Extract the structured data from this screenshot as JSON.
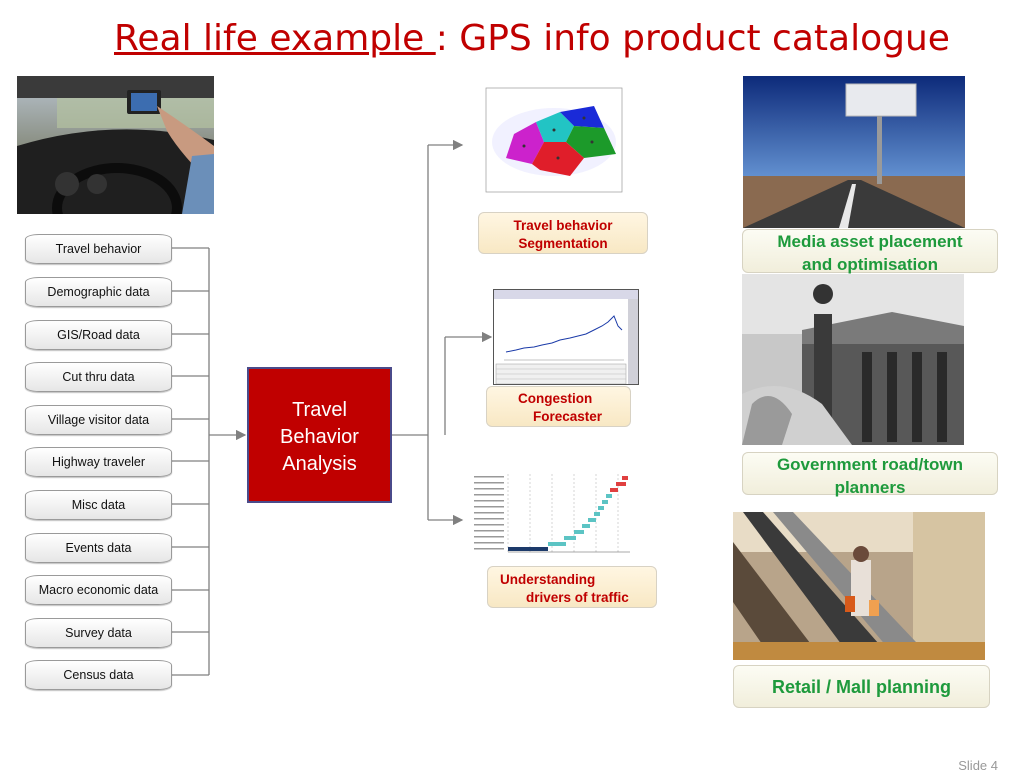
{
  "title": {
    "underlined": "Real life example ",
    "rest": ": GPS info product catalogue"
  },
  "sources": [
    "Travel behavior",
    "Demographic data",
    "GIS/Road data",
    "Cut thru  data",
    "Village visitor data",
    "Highway traveler",
    "Misc data",
    "Events data",
    "Macro economic data",
    "Survey data",
    "Census data"
  ],
  "analysis": {
    "line1": "Travel",
    "line2": "Behavior",
    "line3": "Analysis"
  },
  "outputs": {
    "segmentation": {
      "line1": "Travel behavior",
      "line2": "Segmentation"
    },
    "forecaster": {
      "line1": "Congestion",
      "line2": "Forecaster"
    },
    "drivers": {
      "line1": "Understanding",
      "line2": "drivers of traffic"
    }
  },
  "applications": {
    "media": {
      "line1": "Media asset placement",
      "line2": "and optimisation"
    },
    "government": {
      "line1": "Government road/town",
      "line2": "planners"
    },
    "retail": {
      "line1": "Retail / Mall planning"
    }
  },
  "slide_number": "Slide 4",
  "colors": {
    "title_red": "#c00000",
    "green": "#1e9a3c",
    "analysis_red": "#c00000"
  }
}
